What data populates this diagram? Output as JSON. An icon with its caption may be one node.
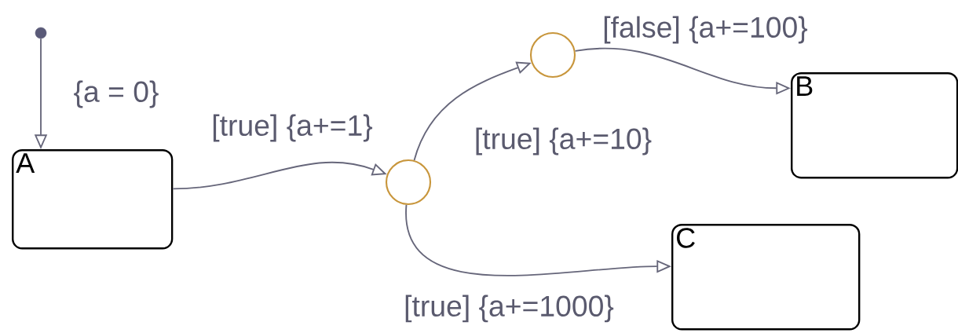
{
  "diagram": {
    "nodes": [
      {
        "text": [],
        "shape": "circle"
      },
      {
        "text": [
          "A"
        ]
      },
      {
        "text": [],
        "shape": "circle"
      },
      {
        "text": [],
        "shape": "circle"
      },
      {
        "text": [
          "B"
        ]
      },
      {
        "text": [
          "C"
        ]
      }
    ],
    "edges": [
      {
        "from": 0,
        "to": 1,
        "arrow": "to",
        "label": "{a = 0}"
      },
      {
        "from": 1,
        "to": 2,
        "arrow": "to",
        "label": "[true] {a+=1}"
      },
      {
        "from": 2,
        "to": 3,
        "arrow": "to",
        "label": "[true] {a+=10}"
      },
      {
        "from": 3,
        "to": 4,
        "arrow": "to",
        "label": "[false] {a+=100}"
      },
      {
        "from": 2,
        "to": 5,
        "arrow": "to",
        "label": "[true] {a+=1000}"
      }
    ]
  }
}
